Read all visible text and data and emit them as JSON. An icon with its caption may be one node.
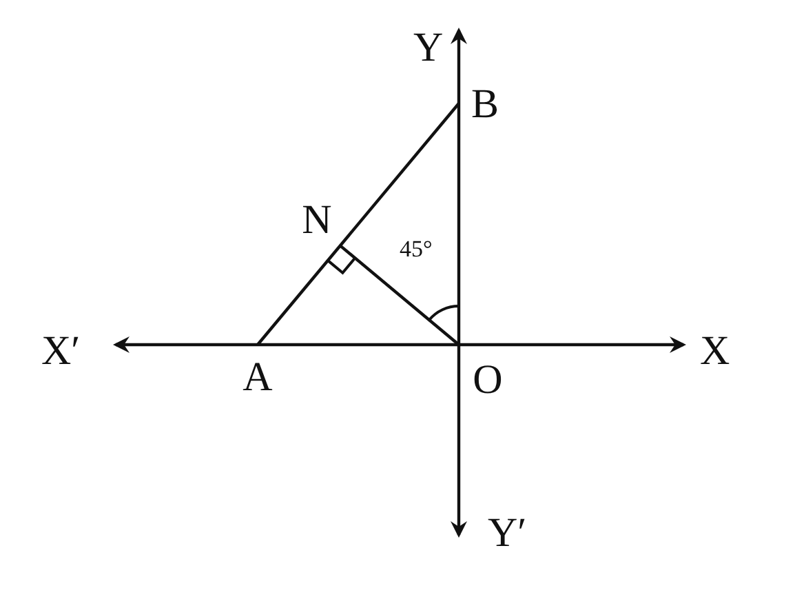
{
  "diagram": {
    "nodes": [
      {
        "text": [
          "B"
        ]
      },
      {
        "text": [
          "N"
        ]
      },
      {
        "text": [
          "A"
        ]
      },
      {
        "text": [
          "O"
        ]
      }
    ],
    "edges": [
      {
        "from": 2,
        "to": 0,
        "arrow": "none"
      },
      {
        "from": 3,
        "to": 1,
        "arrow": "none"
      }
    ],
    "labels": [
      "Y",
      "X′",
      "X",
      "Y′",
      "45°"
    ]
  }
}
